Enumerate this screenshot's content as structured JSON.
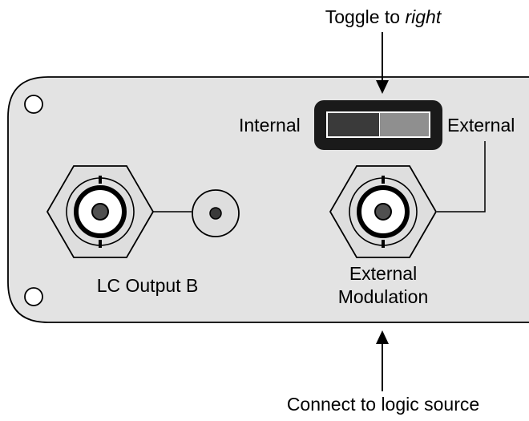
{
  "annotations": {
    "top_instruction_prefix": "Toggle to ",
    "top_instruction_emphasis": "right",
    "bottom_instruction": "Connect to logic source"
  },
  "panel": {
    "switch": {
      "left_label": "Internal",
      "right_label": "External",
      "position": "right"
    },
    "connectors": {
      "lc_output_label": "LC Output B",
      "ext_mod_label_line1": "External",
      "ext_mod_label_line2": "Modulation"
    }
  },
  "colors": {
    "panel_fill": "#e3e3e3",
    "switch_body": "#1a1a1a",
    "switch_left_half": "#3a3a3a",
    "switch_right_half": "#8f8f8f",
    "connector_fill": "#dedede",
    "outline": "#000000"
  }
}
